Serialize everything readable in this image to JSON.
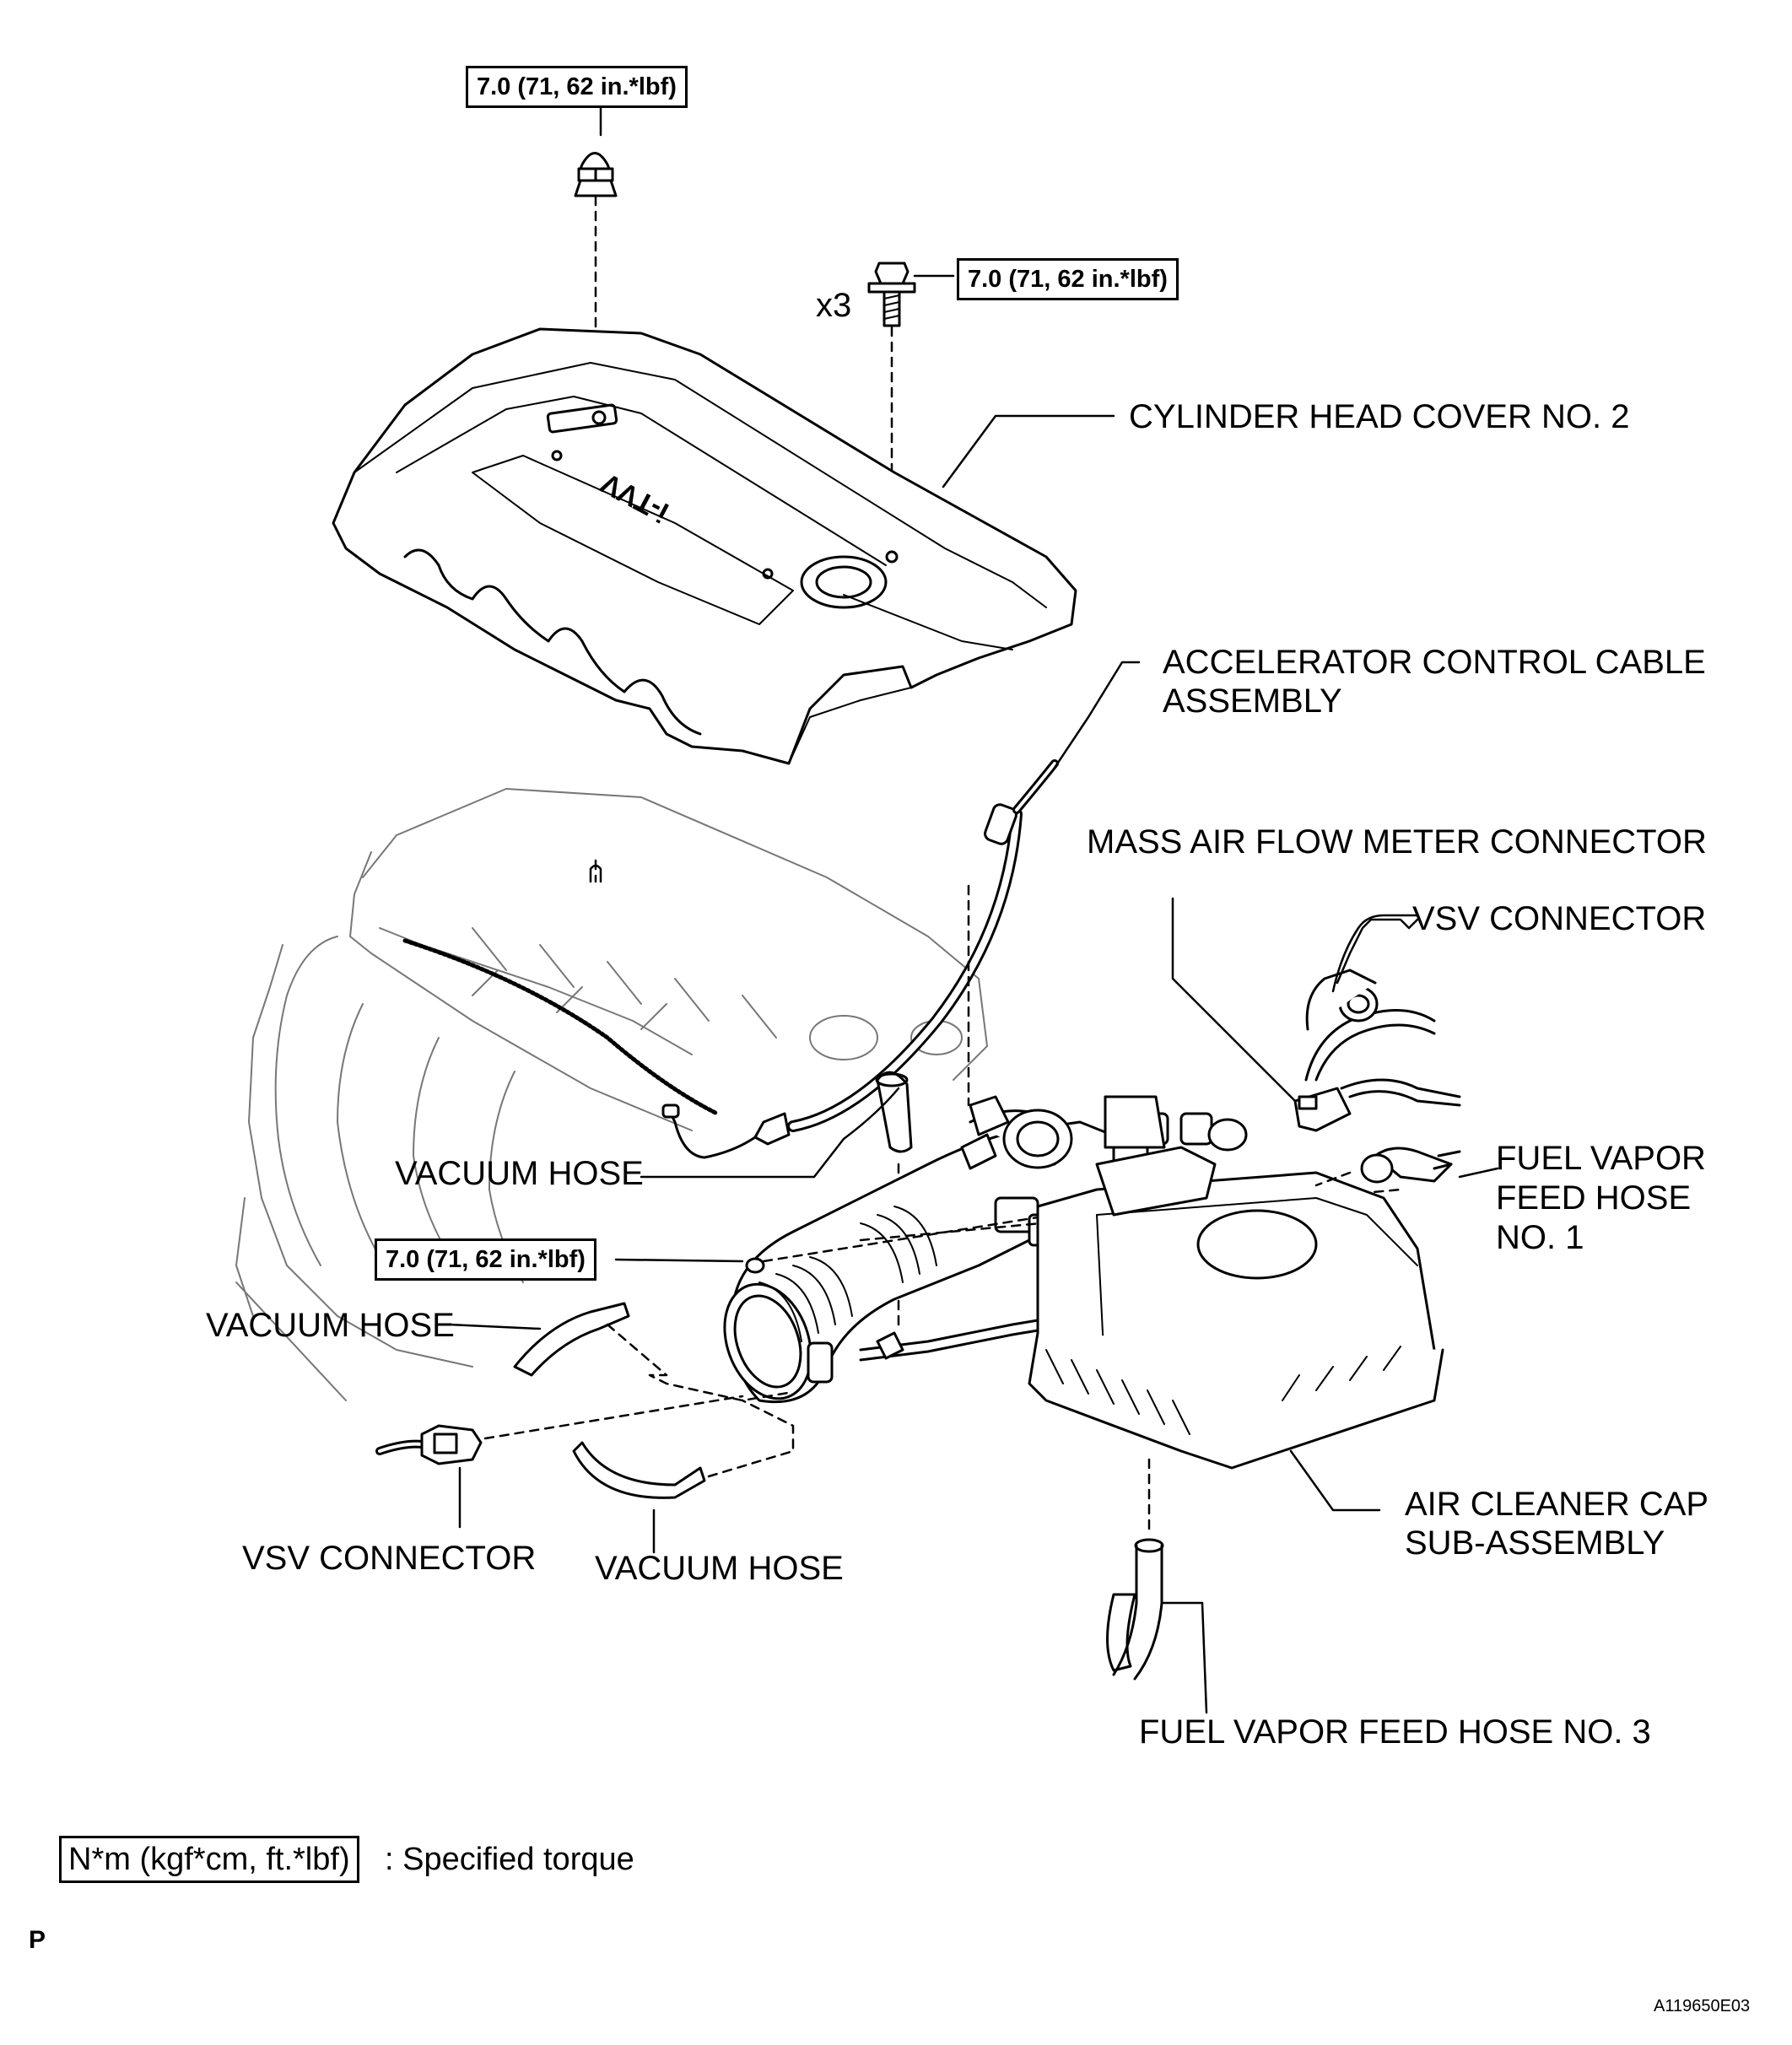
{
  "torque_spec": "7.0 (71, 62 in.*lbf)",
  "bolt_count": "x3",
  "labels": {
    "cylinder_head_cover": "CYLINDER HEAD COVER NO. 2",
    "accelerator_cable_line1": "ACCELERATOR CONTROL CABLE",
    "accelerator_cable_line2": "ASSEMBLY",
    "maf_connector": "MASS AIR FLOW METER CONNECTOR",
    "vsv_connector": "VSV CONNECTOR",
    "fuel_vapor_1_line1": "FUEL VAPOR",
    "fuel_vapor_1_line2": "FEED HOSE",
    "fuel_vapor_1_line3": "NO. 1",
    "vacuum_hose": "VACUUM HOSE",
    "air_cleaner_line1": "AIR CLEANER CAP",
    "air_cleaner_line2": "SUB-ASSEMBLY",
    "fuel_vapor_3": "FUEL VAPOR FEED HOSE NO. 3"
  },
  "legend": {
    "unit_box": "N*m (kgf*cm, ft.*lbf)",
    "description": ": Specified torque"
  },
  "corner_mark": "P",
  "figure_code": "A119650E03"
}
